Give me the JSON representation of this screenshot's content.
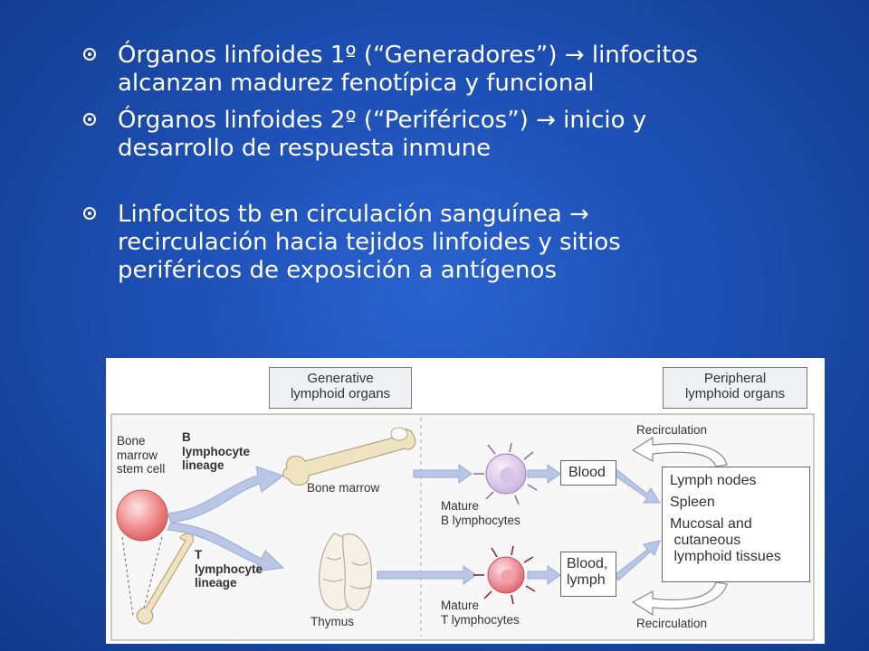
{
  "slide": {
    "bullets": [
      {
        "line1": "Órganos linfoides 1º (“Generadores”) ",
        "arrow": "→",
        "line1b": " linfocitos",
        "line2": "alcanzan madurez fenotípica y funcional"
      },
      {
        "line1": "Órganos linfoides 2º (“Periféricos”) ",
        "arrow": "→",
        "line1b": " inicio y",
        "line2": "desarrollo de respuesta inmune"
      },
      {
        "line1": "Linfocitos tb en circulación sanguínea ",
        "arrow": "→",
        "line2": "recirculación hacia tejidos linfoides y sitios",
        "line3": "periféricos de exposición a antígenos"
      }
    ]
  },
  "figure": {
    "generative_header": [
      "Generative",
      "lymphoid organs"
    ],
    "peripheral_header": [
      "Peripheral",
      "lymphoid organs"
    ],
    "stem_cell_label": [
      "Bone",
      "marrow",
      "stem cell"
    ],
    "b_lineage_label": [
      "B",
      "lymphocyte",
      "lineage"
    ],
    "t_lineage_label": [
      "T",
      "lymphocyte",
      "lineage"
    ],
    "bone_marrow_label": "Bone marrow",
    "thymus_label": "Thymus",
    "mature_b_label": [
      "Mature",
      "B lymphocytes"
    ],
    "mature_t_label": [
      "Mature",
      "T lymphocytes"
    ],
    "blood_label": "Blood",
    "blood_lymph_label": [
      "Blood,",
      "lymph"
    ],
    "recirculation_top": "Recirculation",
    "recirculation_bottom": "Recirculation",
    "peripheral_organs": [
      "Lymph nodes",
      "Spleen",
      "Mucosal and",
      " cutaneous",
      " lymphoid tissues"
    ]
  },
  "colors": {
    "background": "#1d4fb4",
    "arrow_fill": "#b9c6e6",
    "b_cell": "#d9c6e6",
    "t_cell": "#e86e78",
    "stem_cell": "#f08a8a"
  }
}
